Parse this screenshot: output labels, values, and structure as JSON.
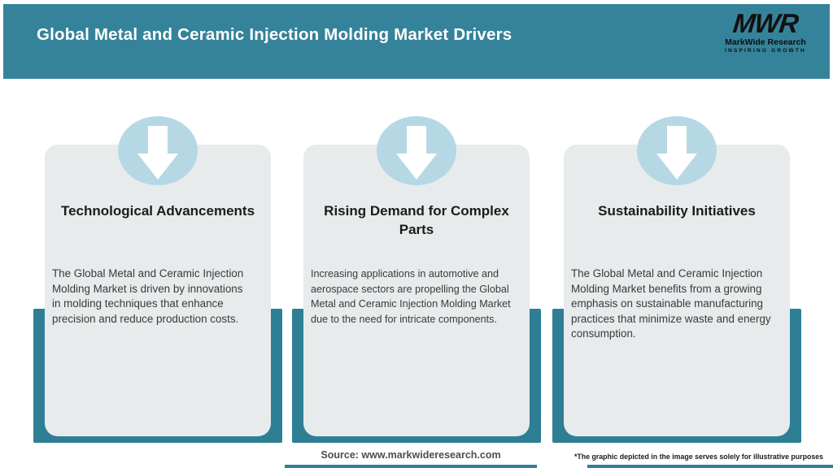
{
  "header": {
    "title": "Global Metal and Ceramic Injection Molding Market Drivers",
    "logo": {
      "monogram": "MWR",
      "company": "MarkWide Research",
      "tagline": "INSPIRING GROWTH"
    }
  },
  "cards": [
    {
      "icon": "down-arrow-icon",
      "title": "Technological Advancements",
      "body": "The Global Metal and Ceramic Injection\nMolding Market is driven by innovations\nin molding techniques that enhance\nprecision and reduce production costs."
    },
    {
      "icon": "down-arrow-icon",
      "title": "Rising Demand for Complex Parts",
      "body": "Increasing applications in automotive and\naerospace sectors are propelling the Global\nMetal and Ceramic Injection Molding Market\ndue to the need for intricate components."
    },
    {
      "icon": "down-arrow-icon",
      "title": "Sustainability Initiatives",
      "body": "The Global Metal and Ceramic Injection\nMolding Market benefits from a growing\nemphasis on sustainable manufacturing\npractices that minimize waste and energy\nconsumption."
    }
  ],
  "footer": {
    "source": "Source: www.markwideresearch.com",
    "disclaimer": "*The graphic depicted in the image serves solely for illustrative purposes"
  },
  "colors": {
    "header_teal": "#35839a",
    "band_teal": "#2e7f95",
    "card_background": "#e7ebec",
    "badge_blue": "#b5d8e4",
    "arrow_white": "#ffffff",
    "title_text": "#1c1c1c",
    "body_text": "#3a3a3a"
  }
}
